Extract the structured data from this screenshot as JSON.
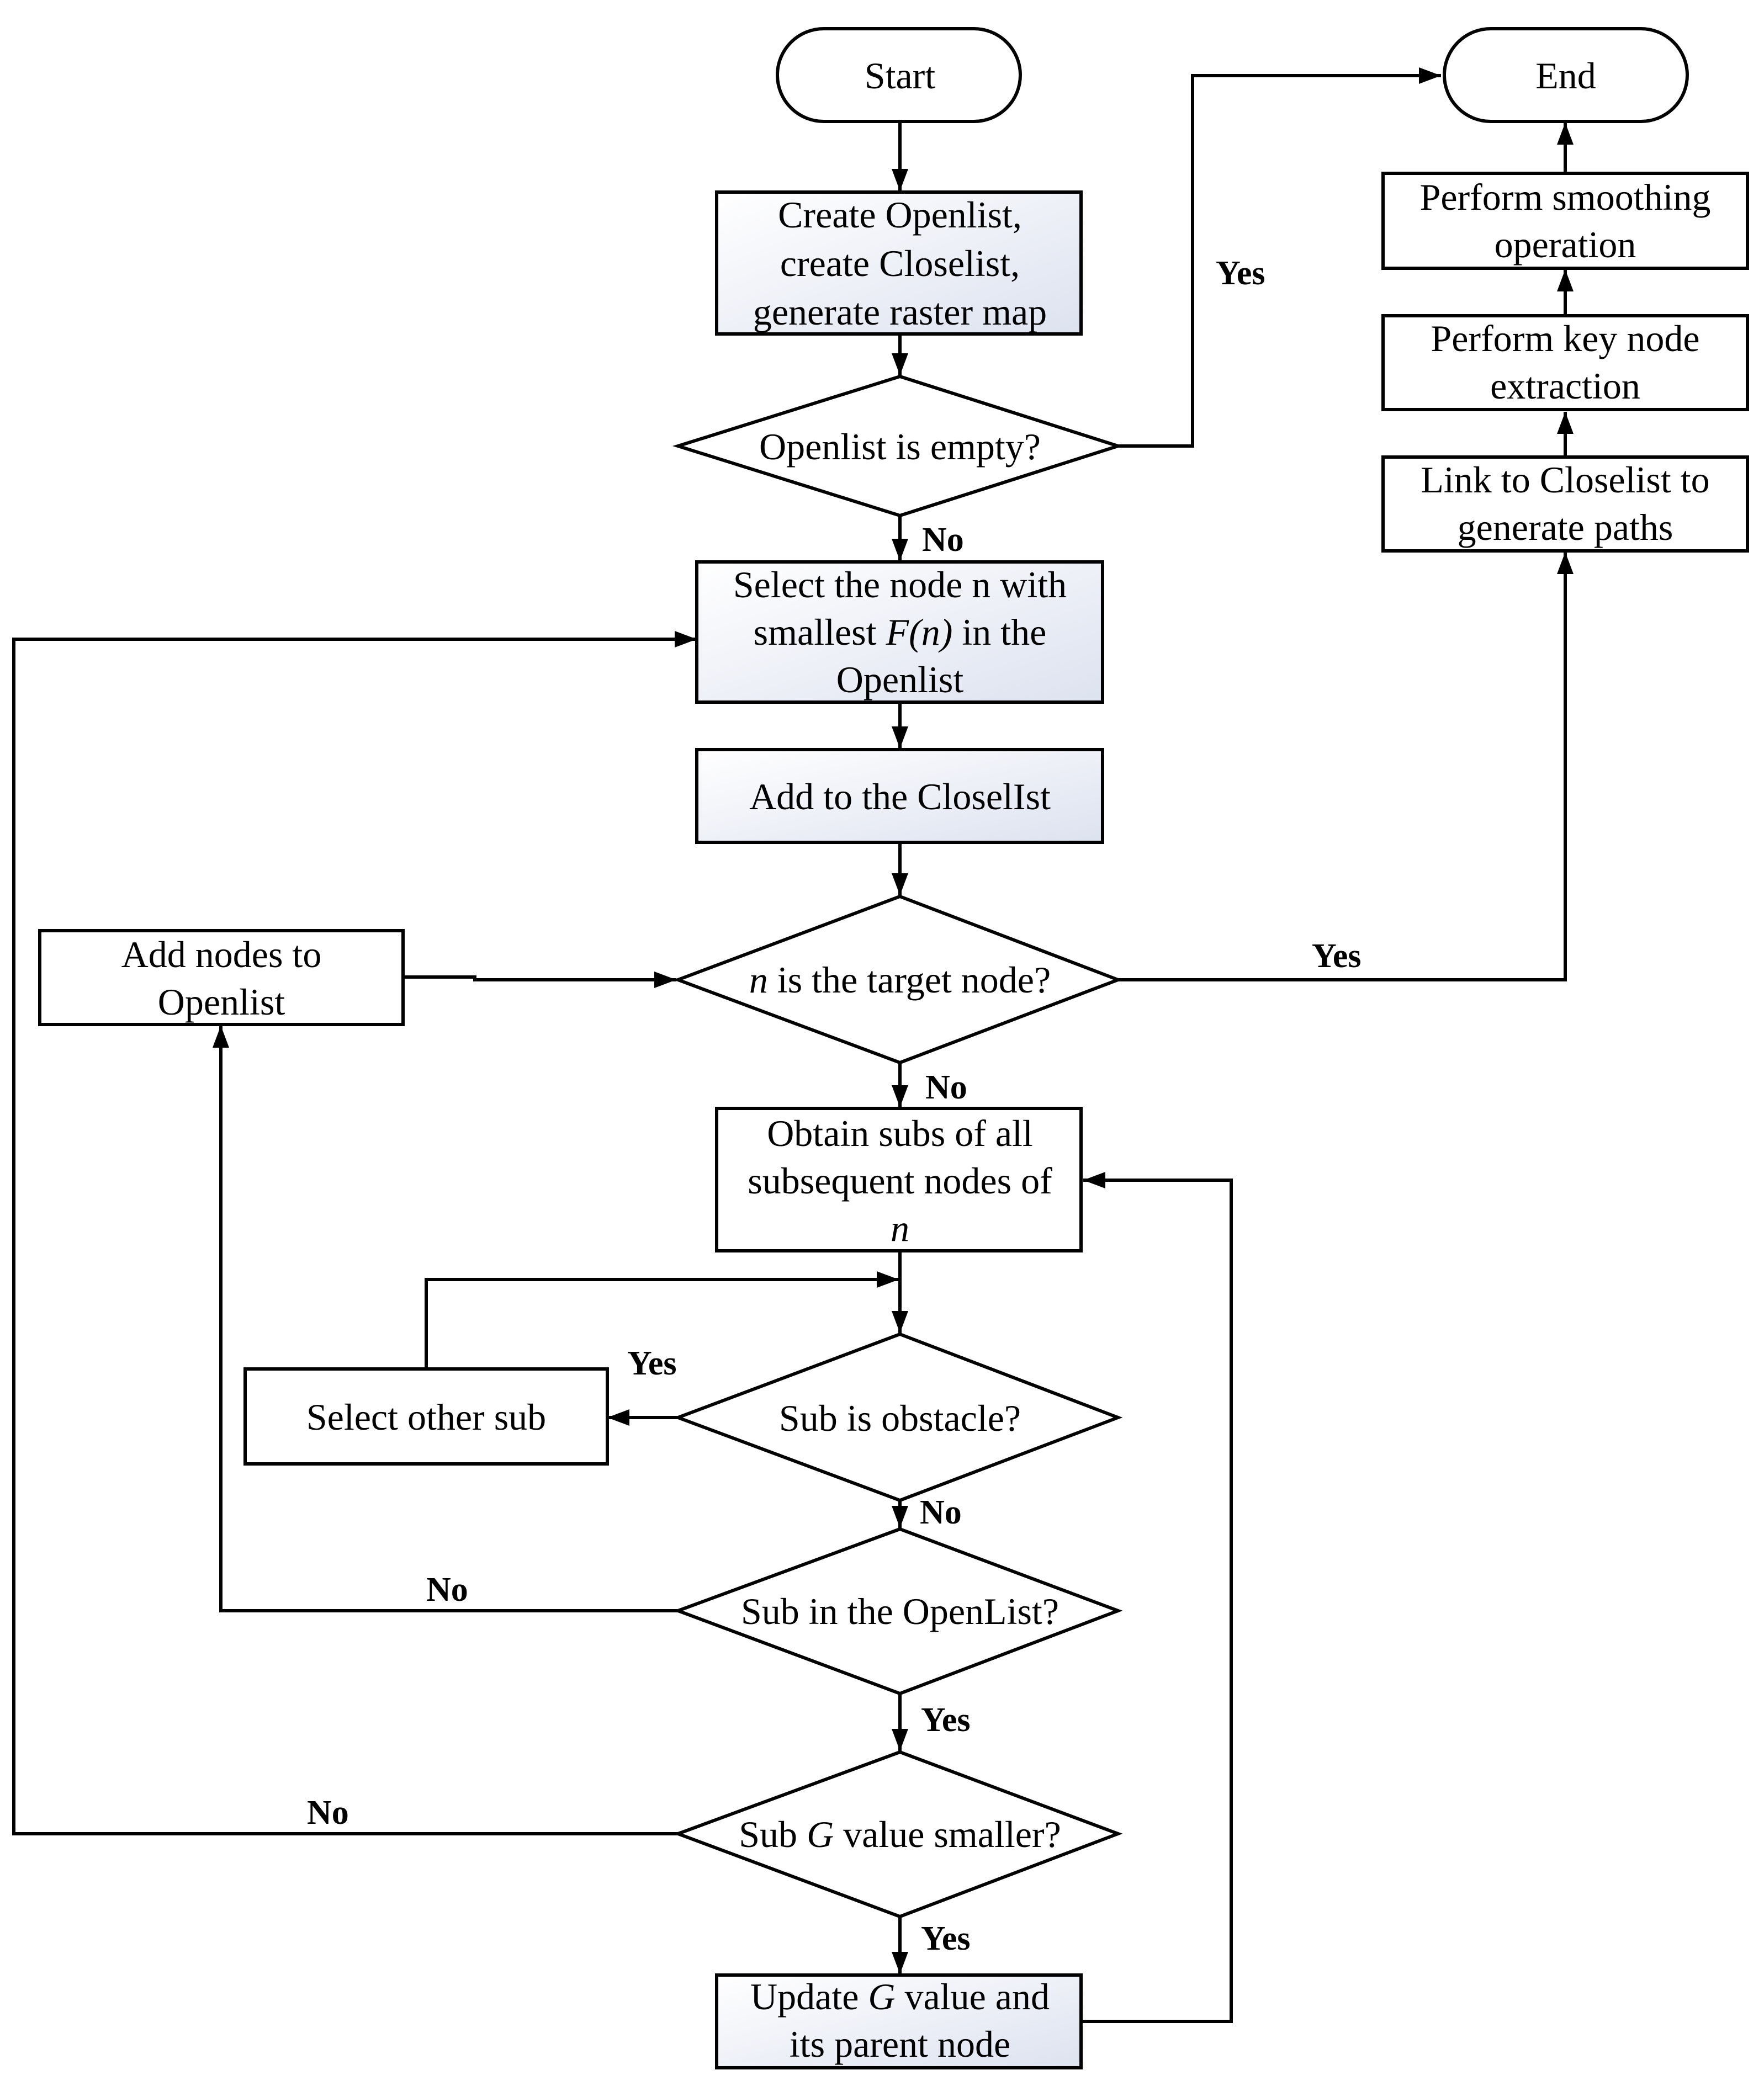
{
  "nodes": {
    "start": {
      "lines": [
        "Start"
      ]
    },
    "end": {
      "lines": [
        "End"
      ]
    },
    "create": {
      "lines": [
        "Create Openlist,",
        "create Closelist,",
        "generate raster map"
      ]
    },
    "openlist_empty": {
      "lines": [
        "Openlist is empty?"
      ]
    },
    "select_node": {
      "line1": "Select the node n with",
      "line2_pre": "smallest ",
      "line2_em": "F(n)",
      "line2_post": " in the",
      "line3": "Openlist"
    },
    "add_closelist": {
      "lines": [
        "Add to the CloselIst"
      ]
    },
    "target": {
      "em": "n",
      "rest": " is the target node?"
    },
    "add_nodes": {
      "lines": [
        "Add nodes to",
        "Openlist"
      ]
    },
    "obtain_subs": {
      "line1": "Obtain subs of all",
      "line2": "subsequent nodes of",
      "line3_em": "n"
    },
    "sub_obstacle": {
      "lines": [
        "Sub is obstacle?"
      ]
    },
    "select_other": {
      "lines": [
        "Select other sub"
      ]
    },
    "sub_in_openlist": {
      "lines": [
        "Sub in the OpenList?"
      ]
    },
    "g_smaller": {
      "pre": "Sub ",
      "em": "G",
      "post": " value smaller?"
    },
    "update_g": {
      "line1_pre": "Update ",
      "line1_em": "G",
      "line1_post": " value and",
      "line2": "its parent node"
    },
    "link_closelist": {
      "lines": [
        "Link to Closelist to",
        "generate paths"
      ]
    },
    "key_node": {
      "lines": [
        "Perform key node",
        "extraction"
      ]
    },
    "smoothing": {
      "lines": [
        "Perform smoothing",
        "operation"
      ]
    }
  },
  "edge_labels": {
    "empty_yes": "Yes",
    "empty_no": "No",
    "target_yes": "Yes",
    "target_no": "No",
    "obstacle_yes": "Yes",
    "obstacle_no": "No",
    "openlist_no": "No",
    "openlist_yes": "Yes",
    "gsmaller_no": "No",
    "gsmaller_yes": "Yes"
  }
}
